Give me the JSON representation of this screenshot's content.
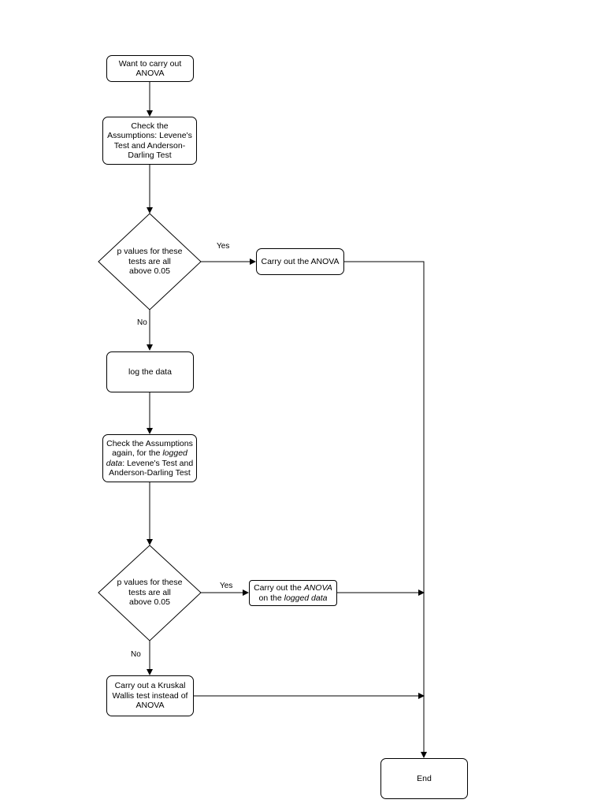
{
  "nodes": {
    "start": {
      "text": "Want to carry out\nANOVA"
    },
    "check1": {
      "text": "Check the\nAssumptions: Levene's\nTest and Anderson-\nDarling Test"
    },
    "decision1": {
      "text": "p values for these\ntests are all\nabove 0.05"
    },
    "anova1": {
      "text": "Carry out the ANOVA"
    },
    "log": {
      "text": "log the data"
    },
    "check2": {
      "p1": "Check the Assumptions\nagain, for the ",
      "p2": "logged",
      "p3": "\n",
      "p4": "data",
      "p5": ": Levene's Test and\nAnderson-Darling Test"
    },
    "decision2": {
      "text": "p values for these\ntests are all\nabove 0.05"
    },
    "anova2": {
      "p1": "Carry out the ",
      "p2": "ANOVA",
      "p3": "\non the ",
      "p4": "logged data"
    },
    "kruskal": {
      "text": "Carry out a Kruskal\nWallis test instead of\nANOVA"
    },
    "end": {
      "text": "End"
    }
  },
  "edge_labels": {
    "yes1": "Yes",
    "no1": "No",
    "yes2": "Yes",
    "no2": "No"
  }
}
